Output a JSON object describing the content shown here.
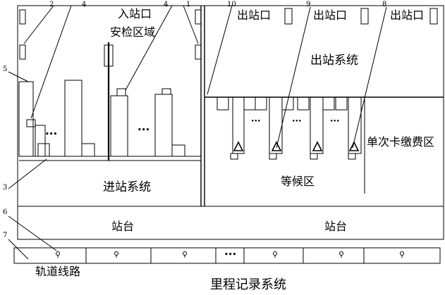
{
  "labels": {
    "entrance": "入站口",
    "security_area": "安检区域",
    "exit_1": "出站口",
    "exit_2": "出站口",
    "exit_3": "出站口",
    "exit_system": "出站系统",
    "single_card_pay_area": "单次卡缴费区",
    "entry_system": "进站系统",
    "waiting_area": "等候区",
    "platform_left": "站台",
    "platform_right": "站台",
    "track_line": "轨道线路",
    "mileage_system": "里程记录系统"
  },
  "ellipsis": "•••",
  "reference_numbers": {
    "n1": "1",
    "n2": "2",
    "n3": "3",
    "n4a": "4",
    "n4b": "4",
    "n5": "5",
    "n6": "6",
    "n7": "7",
    "n8": "8",
    "n9": "9",
    "n10": "10"
  }
}
